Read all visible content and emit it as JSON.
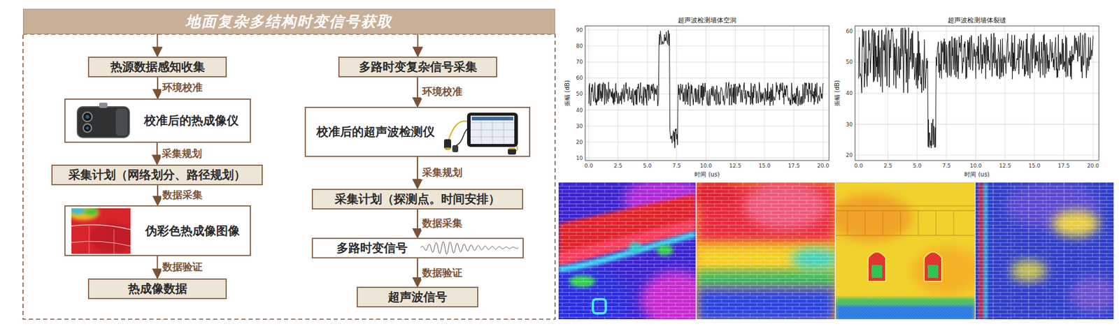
{
  "diagram": {
    "nodes": [
      {
        "text": [
          "地面复杂多结构时变信号获取"
        ]
      },
      {
        "text": [
          "热源数据感知收集"
        ]
      },
      {
        "text": [
          "校准后的热成像仪"
        ]
      },
      {
        "text": [
          "采集计划（网络划分、路径规划）"
        ]
      },
      {
        "text": [
          "伪彩色热成像图像"
        ]
      },
      {
        "text": [
          "热成像数据"
        ]
      },
      {
        "text": [
          "多路时变复杂信号采集"
        ]
      },
      {
        "text": [
          "校准后的超声波检测仪"
        ]
      },
      {
        "text": [
          "采集计划（探测点。时间安排）"
        ]
      },
      {
        "text": [
          "多路时变信号"
        ]
      },
      {
        "text": [
          "超声波信号"
        ]
      }
    ],
    "edges": [
      {
        "from": 0,
        "to": 1,
        "arrow": "to"
      },
      {
        "from": 1,
        "to": 2,
        "arrow": "to",
        "label": "环境校准"
      },
      {
        "from": 2,
        "to": 3,
        "arrow": "to",
        "label": "采集规划"
      },
      {
        "from": 3,
        "to": 4,
        "arrow": "to",
        "label": "数据采集"
      },
      {
        "from": 4,
        "to": 5,
        "arrow": "to",
        "label": "数据验证"
      },
      {
        "from": 0,
        "to": 6,
        "arrow": "to"
      },
      {
        "from": 6,
        "to": 7,
        "arrow": "to",
        "label": "环境校准"
      },
      {
        "from": 7,
        "to": 8,
        "arrow": "to",
        "label": "采集规划"
      },
      {
        "from": 8,
        "to": 9,
        "arrow": "to",
        "label": "数据采集"
      },
      {
        "from": 9,
        "to": 10,
        "arrow": "to",
        "label": "数据验证"
      }
    ],
    "labels": [
      "超声波检测墙体空洞",
      "10",
      "20",
      "30",
      "40",
      "50",
      "60",
      "70",
      "80",
      "90",
      "0.0",
      "2.5",
      "5.0",
      "7.5",
      "10.0",
      "12.5",
      "15.0",
      "17.5",
      "20.0",
      "振幅 (dB)",
      "时间 (us)",
      "超声波检测墙体裂缝",
      "20",
      "30",
      "40",
      "50",
      "60",
      "0.0",
      "2.5",
      "5.0",
      "7.5",
      "10.0",
      "12.5",
      "15.0",
      "17.5",
      "20.0",
      "振幅 (dB)",
      "时间 (us)"
    ]
  }
}
